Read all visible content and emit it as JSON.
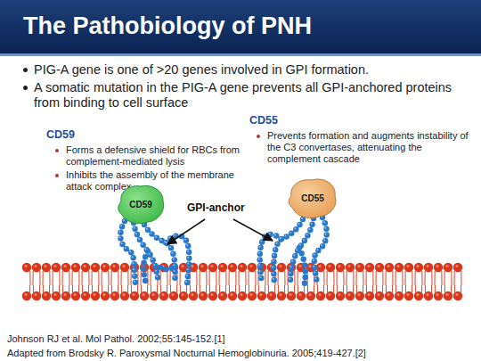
{
  "diagram": {
    "title": "The Pathobiology of PNH",
    "nodes": [
      {
        "text": [
          "CD59"
        ]
      },
      {
        "text": [
          "CD55"
        ]
      }
    ],
    "labels": [
      "PIG-A gene is one of >20 genes involved in GPI formation.",
      "A somatic mutation in the PIG-A gene prevents all GPI-anchored proteins from binding to cell surface",
      "CD59",
      "Forms a defensive shield for RBCs from complement-mediated lysis",
      "Inhibits the assembly of the membrane attack complex",
      "CD55",
      "Prevents formation and augments instability of the C3 convertases, attenuating the complement cascade",
      "GPI-anchor",
      "Johnson RJ et al. Mol Pathol. 2002;55:145-152.[1]",
      "Adapted from Brodsky R. Paroxysmal Nocturnal Hemoglobinuria. 2005;419-427.[2]"
    ]
  }
}
